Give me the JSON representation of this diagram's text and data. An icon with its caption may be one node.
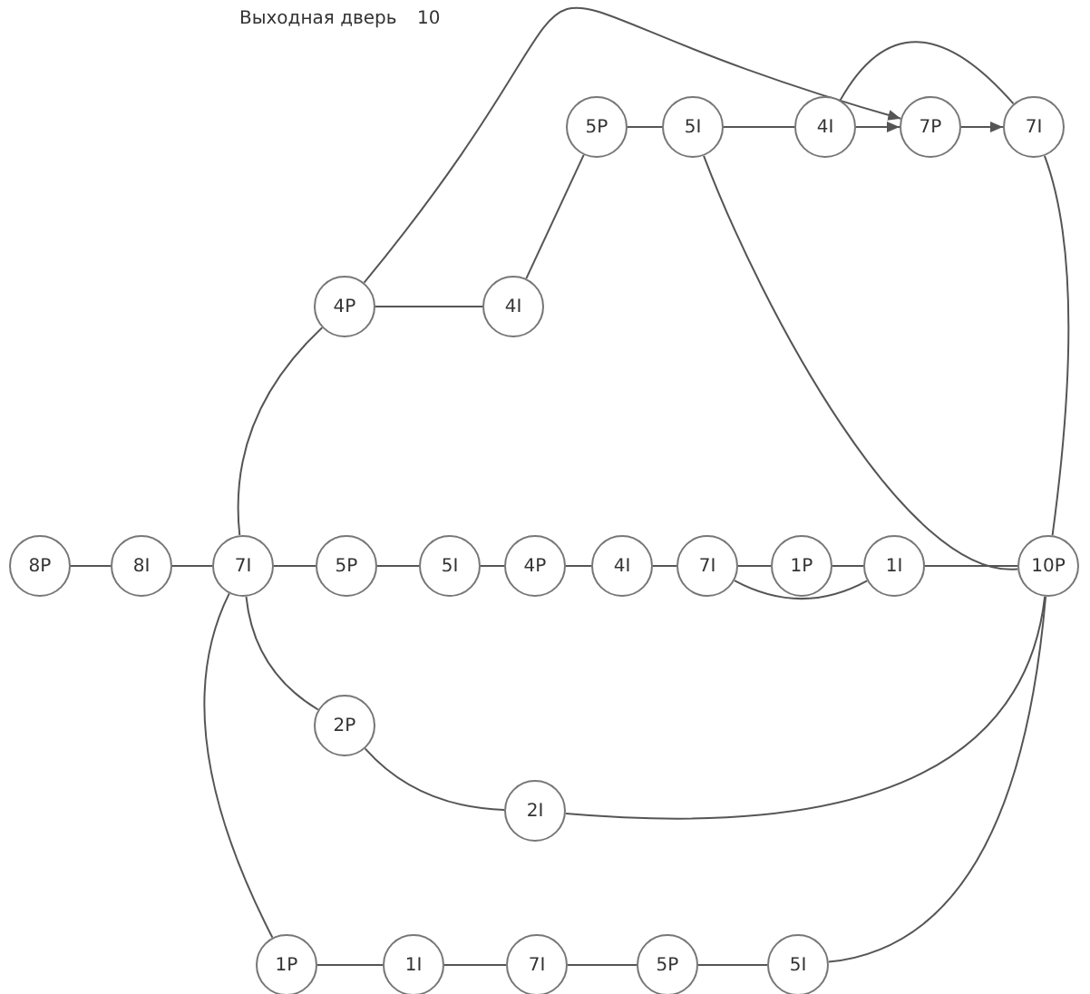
{
  "diagram": {
    "nodes": [
      {
        "text": [
          "8P"
        ]
      },
      {
        "text": [
          "8I"
        ]
      },
      {
        "text": [
          "7I"
        ]
      },
      {
        "text": [
          "5P"
        ]
      },
      {
        "text": [
          "5I"
        ]
      },
      {
        "text": [
          "4P"
        ]
      },
      {
        "text": [
          "4I"
        ]
      },
      {
        "text": [
          "7I"
        ]
      },
      {
        "text": [
          "1P"
        ]
      },
      {
        "text": [
          "1I"
        ]
      },
      {
        "text": [
          "10P"
        ]
      },
      {
        "text": [
          "5P"
        ]
      },
      {
        "text": [
          "5I"
        ]
      },
      {
        "text": [
          "4I"
        ]
      },
      {
        "text": [
          "7P"
        ]
      },
      {
        "text": [
          "7I"
        ]
      },
      {
        "text": [
          "4P"
        ]
      },
      {
        "text": [
          "4I"
        ]
      },
      {
        "text": [
          "2P"
        ]
      },
      {
        "text": [
          "2I"
        ]
      },
      {
        "text": [
          "1P"
        ]
      },
      {
        "text": [
          "1I"
        ]
      },
      {
        "text": [
          "7I"
        ]
      },
      {
        "text": [
          "5P"
        ]
      },
      {
        "text": [
          "5I"
        ]
      }
    ],
    "edges": [
      {
        "from": 0,
        "to": 1,
        "arrow": "none"
      },
      {
        "from": 1,
        "to": 2,
        "arrow": "none"
      },
      {
        "from": 2,
        "to": 3,
        "arrow": "none"
      },
      {
        "from": 3,
        "to": 4,
        "arrow": "none"
      },
      {
        "from": 4,
        "to": 5,
        "arrow": "none"
      },
      {
        "from": 5,
        "to": 6,
        "arrow": "none"
      },
      {
        "from": 6,
        "to": 7,
        "arrow": "none"
      },
      {
        "from": 7,
        "to": 8,
        "arrow": "none"
      },
      {
        "from": 8,
        "to": 9,
        "arrow": "none"
      },
      {
        "from": 7,
        "to": 9,
        "arrow": "none"
      },
      {
        "from": 9,
        "to": 10,
        "arrow": "none"
      },
      {
        "from": 2,
        "to": 16,
        "arrow": "none"
      },
      {
        "from": 16,
        "to": 17,
        "arrow": "none"
      },
      {
        "from": 17,
        "to": 11,
        "arrow": "none"
      },
      {
        "from": 11,
        "to": 12,
        "arrow": "none"
      },
      {
        "from": 12,
        "to": 13,
        "arrow": "none"
      },
      {
        "from": 13,
        "to": 14,
        "arrow": "to"
      },
      {
        "from": 14,
        "to": 15,
        "arrow": "to"
      },
      {
        "from": 16,
        "to": 14,
        "arrow": "to"
      },
      {
        "from": 13,
        "to": 15,
        "arrow": "none"
      },
      {
        "from": 15,
        "to": 10,
        "arrow": "none"
      },
      {
        "from": 12,
        "to": 10,
        "arrow": "none"
      },
      {
        "from": 2,
        "to": 18,
        "arrow": "none"
      },
      {
        "from": 18,
        "to": 19,
        "arrow": "none"
      },
      {
        "from": 19,
        "to": 10,
        "arrow": "none"
      },
      {
        "from": 2,
        "to": 20,
        "arrow": "none"
      },
      {
        "from": 20,
        "to": 21,
        "arrow": "none"
      },
      {
        "from": 21,
        "to": 22,
        "arrow": "none"
      },
      {
        "from": 22,
        "to": 23,
        "arrow": "none"
      },
      {
        "from": 23,
        "to": 24,
        "arrow": "none"
      },
      {
        "from": 24,
        "to": 10,
        "arrow": "none"
      }
    ],
    "labels": [
      "Выходная дверь",
      "10"
    ]
  }
}
